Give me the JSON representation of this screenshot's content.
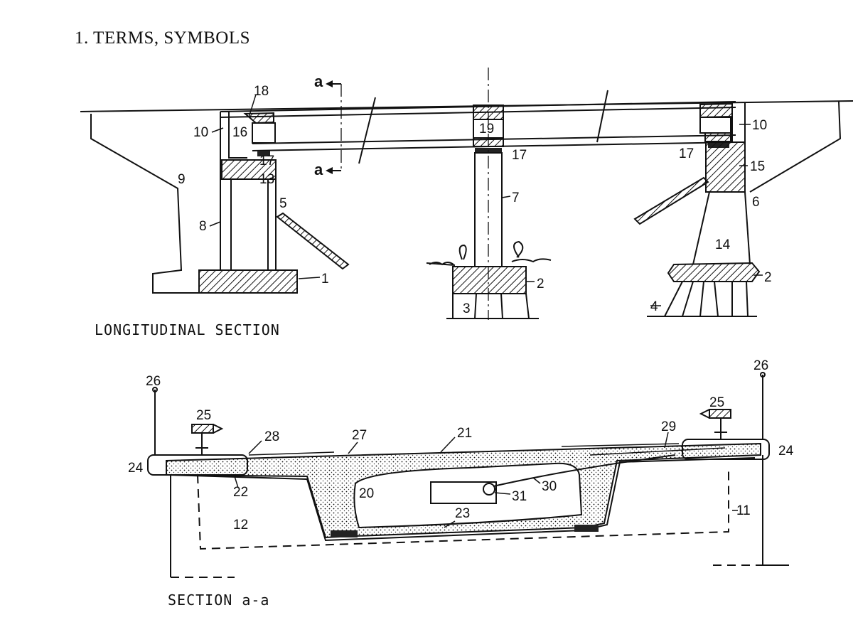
{
  "heading": "1.  TERMS, SYMBOLS",
  "captions": {
    "longitudinal": "LONGITUDINAL SECTION",
    "section": "SECTION a-a"
  },
  "section_marks": {
    "top": "a",
    "bottom": "a"
  },
  "longitudinal_labels": {
    "n1": "1",
    "n2a": "2",
    "n2b": "2",
    "n3": "3",
    "n4": "4",
    "n5": "5",
    "n6": "6",
    "n7": "7",
    "n8": "8",
    "n9": "9",
    "n10a": "10",
    "n10b": "10",
    "n13": "13",
    "n14": "14",
    "n15": "15",
    "n16": "16",
    "n17a": "17",
    "n17b": "17",
    "n17c": "17",
    "n18": "18",
    "n19": "19"
  },
  "section_labels": {
    "n11": "11",
    "n12": "12",
    "n20": "20",
    "n21": "21",
    "n22": "22",
    "n23": "23",
    "n24a": "24",
    "n24b": "24",
    "n25a": "25",
    "n25b": "25",
    "n26a": "26",
    "n26b": "26",
    "n27": "27",
    "n28": "28",
    "n29": "29",
    "n30": "30",
    "n31": "31"
  }
}
